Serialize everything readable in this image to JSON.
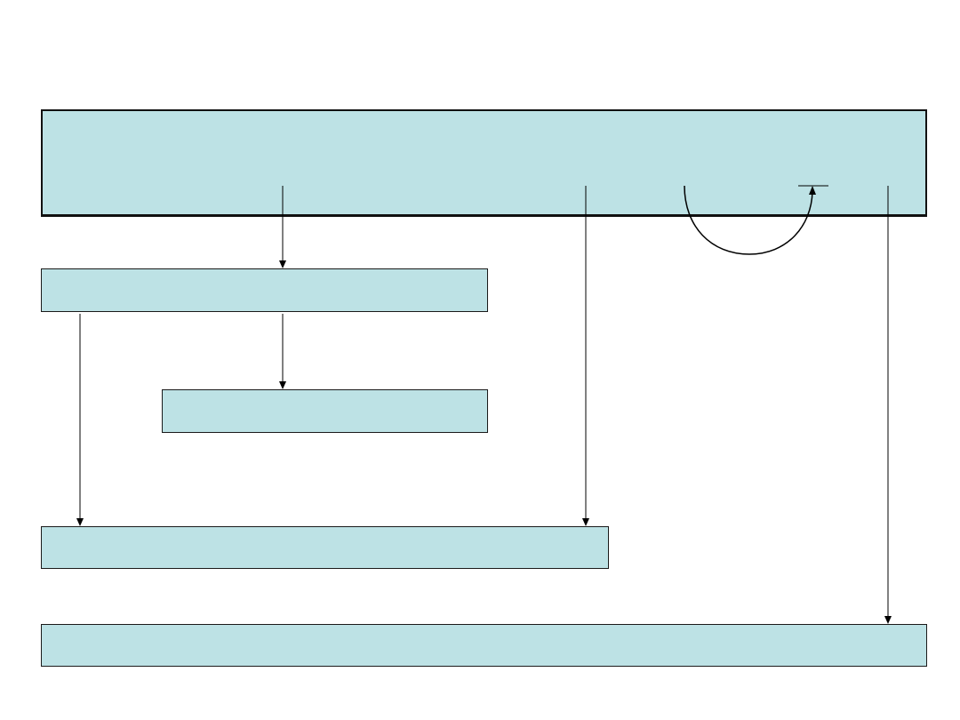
{
  "diagram": {
    "fill_color": "#bde2e5",
    "border_color": "#1a1a1a",
    "line_color": "#000000",
    "nodes": [
      {
        "id": "box-top",
        "label": ""
      },
      {
        "id": "box-2",
        "label": ""
      },
      {
        "id": "box-3",
        "label": ""
      },
      {
        "id": "box-4",
        "label": ""
      },
      {
        "id": "box-5",
        "label": ""
      }
    ],
    "edges": [
      {
        "from": "box-top",
        "to": "box-2"
      },
      {
        "from": "box-2",
        "to": "box-3"
      },
      {
        "from": "box-2",
        "to": "box-4"
      },
      {
        "from": "box-top",
        "to": "box-4"
      },
      {
        "from": "box-top",
        "to": "box-top",
        "shape": "loop"
      },
      {
        "from": "box-top",
        "to": "box-5"
      }
    ]
  }
}
